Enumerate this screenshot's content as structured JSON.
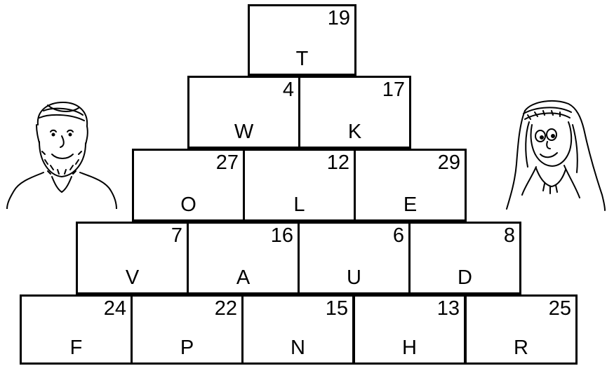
{
  "pyramid": {
    "rows": [
      [
        {
          "number": "19",
          "letter": "T"
        }
      ],
      [
        {
          "number": "4",
          "letter": "W"
        },
        {
          "number": "17",
          "letter": "K"
        }
      ],
      [
        {
          "number": "27",
          "letter": "O"
        },
        {
          "number": "12",
          "letter": "L"
        },
        {
          "number": "29",
          "letter": "E"
        }
      ],
      [
        {
          "number": "7",
          "letter": "V"
        },
        {
          "number": "16",
          "letter": "A"
        },
        {
          "number": "6",
          "letter": "U"
        },
        {
          "number": "8",
          "letter": "D"
        }
      ],
      [
        {
          "number": "24",
          "letter": "F"
        },
        {
          "number": "22",
          "letter": "P"
        },
        {
          "number": "15",
          "letter": "N"
        },
        {
          "number": "13",
          "letter": "H"
        },
        {
          "number": "25",
          "letter": "R"
        }
      ]
    ]
  },
  "figures": {
    "left": "bearded-man-with-turban",
    "right": "woman-with-headscarf"
  }
}
